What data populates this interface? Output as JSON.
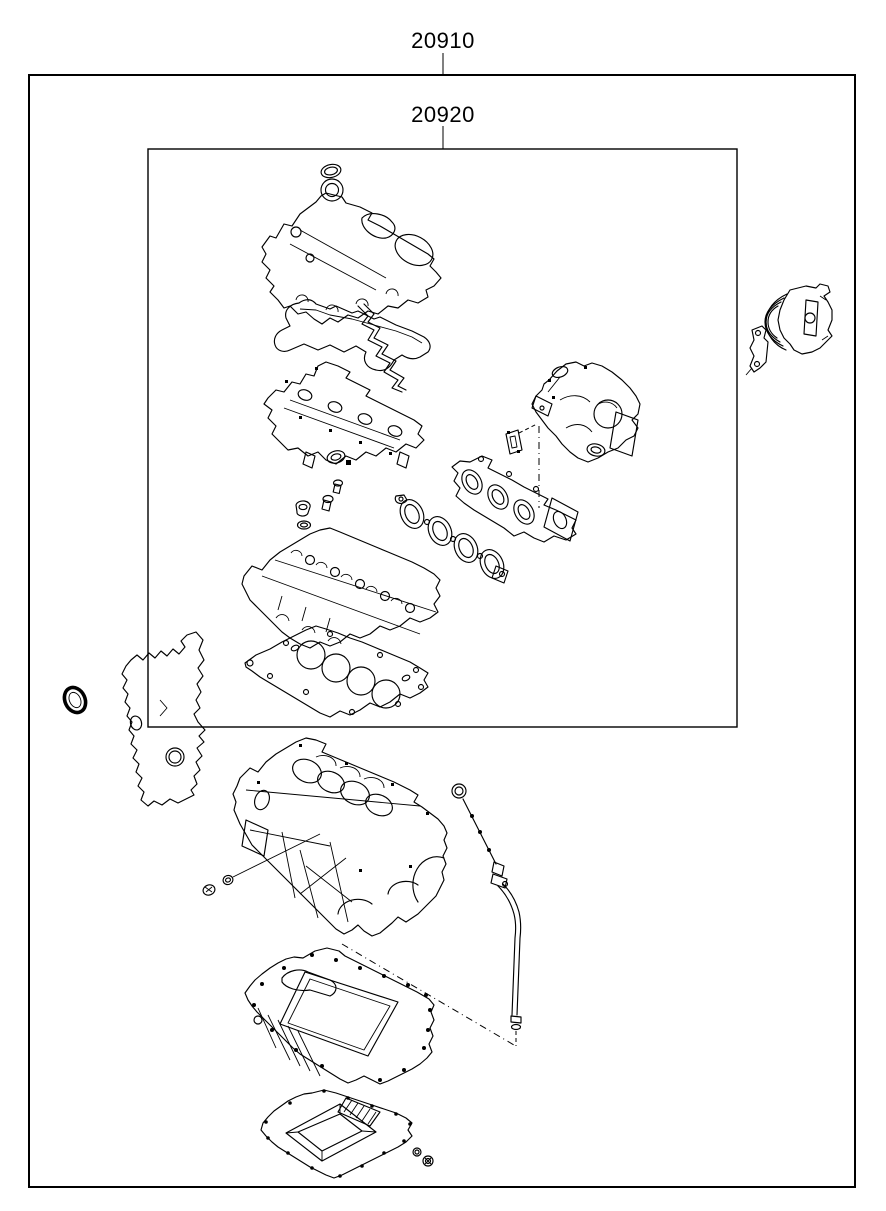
{
  "page": {
    "background": "#ffffff",
    "line_color": "#000000",
    "kind": "engine-gasket-kit-exploded-diagram"
  },
  "callouts": [
    {
      "code": "20910",
      "target": "full-engine-gasket-kit-box"
    },
    {
      "code": "20920",
      "target": "head-gasket-sub-kit-box"
    }
  ],
  "parts": [
    "oil-filler-cap-oring",
    "valve-cover",
    "valve-cover-gasket",
    "camshaft-carrier",
    "sealing-cap-and-bolts",
    "spark-plug-tube-grommet",
    "exhaust-manifold",
    "exhaust-manifold-gasket",
    "turbocharger",
    "turbo-oil-line-gasket",
    "cylinder-head",
    "cylinder-head-gasket",
    "throttle-body",
    "throttle-body-bracket",
    "timing-cover-gasket",
    "crankshaft-oil-seal",
    "cylinder-block",
    "drain-plug-and-washer",
    "oil-level-dipstick",
    "upper-oil-pan",
    "lower-oil-pan-gasket-plate",
    "oil-pan-drain-plug-set"
  ]
}
